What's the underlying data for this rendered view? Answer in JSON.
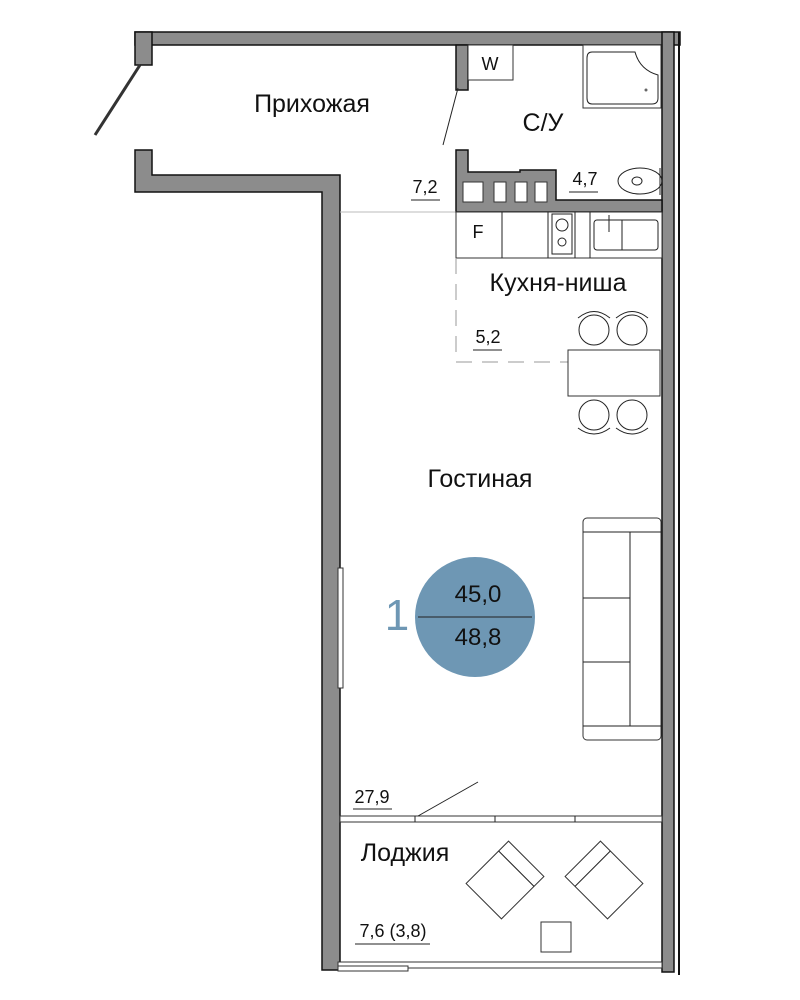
{
  "rooms": {
    "hallway": {
      "name": "Прихожая",
      "area": "7,2"
    },
    "bathroom": {
      "name": "С/У",
      "area": "4,7"
    },
    "kitchen": {
      "name": "Кухня-ниша",
      "area": "5,2"
    },
    "living": {
      "name": "Гостиная",
      "area": "27,9"
    },
    "loggia": {
      "name": "Лоджия",
      "area": "7,6 (3,8)"
    }
  },
  "fixtures": {
    "washer_label": "W",
    "fridge_label": "F"
  },
  "apartment": {
    "number": "1",
    "living_area": "45,0",
    "total_area": "48,8",
    "badge_color": "#6e97b4"
  }
}
